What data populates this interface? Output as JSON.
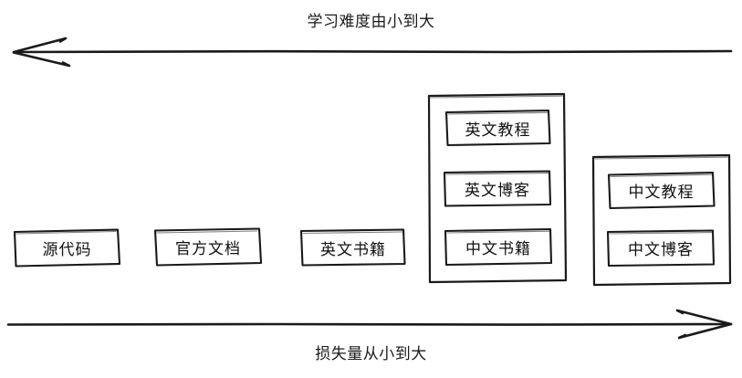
{
  "diagram": {
    "title_top": "学习难度由小到大",
    "title_bottom": "损失量从小到大",
    "stroke_color": "#1a1a1a",
    "background": "#ffffff",
    "top_axis": {
      "name": "difficulty-axis",
      "direction": "left",
      "label": "学习难度由小到大"
    },
    "bottom_axis": {
      "name": "loss-axis",
      "direction": "right",
      "label": "损失量从小到大"
    },
    "columns": [
      {
        "id": "source-code",
        "grouped": false,
        "items": [
          {
            "label": "源代码"
          }
        ]
      },
      {
        "id": "official-docs",
        "grouped": false,
        "items": [
          {
            "label": "官方文档"
          }
        ]
      },
      {
        "id": "english-books",
        "grouped": false,
        "items": [
          {
            "label": "英文书籍"
          }
        ]
      },
      {
        "id": "english-group",
        "grouped": true,
        "items": [
          {
            "label": "英文教程"
          },
          {
            "label": "英文博客"
          },
          {
            "label": "中文书籍"
          }
        ]
      },
      {
        "id": "chinese-group",
        "grouped": true,
        "items": [
          {
            "label": "中文教程"
          },
          {
            "label": "中文博客"
          }
        ]
      }
    ]
  },
  "nodes": {
    "source_code": "源代码",
    "official_docs": "官方文档",
    "english_books": "英文书籍",
    "english_tutorial": "英文教程",
    "english_blog": "英文博客",
    "chinese_books": "中文书籍",
    "chinese_tutorial": "中文教程",
    "chinese_blog": "中文博客"
  }
}
